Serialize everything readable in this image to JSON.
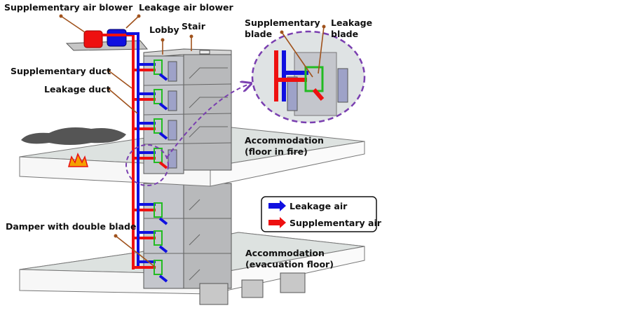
{
  "labels": {
    "supplementary_air_blower": "Supplementary air blower",
    "leakage_air_blower": "Leakage air blower",
    "lobby": "Lobby",
    "stair": "Stair",
    "supplementary_duct": "Supplementary duct",
    "leakage_duct": "Leakage duct",
    "supplementary_blade": [
      "Supplementary",
      "blade"
    ],
    "leakage_blade": [
      "Leakage",
      "blade"
    ],
    "floor_in_fire": [
      "Accommodation",
      "(floor in fire)"
    ],
    "evacuation_floor": [
      "Accommodation",
      "(evacuation floor)"
    ],
    "damper": "Damper with double blade"
  },
  "legend": {
    "items": [
      {
        "label": "Leakage air",
        "color": "#1010e0"
      },
      {
        "label": "Supplementary air",
        "color": "#ee1010"
      }
    ]
  },
  "colors": {
    "supplementary": "#ee1010",
    "leakage": "#1010e0",
    "leader": "#a0521c",
    "zoom_outline": "#7a3fb0",
    "damper": "#22bb22",
    "smoke": "#555555"
  }
}
